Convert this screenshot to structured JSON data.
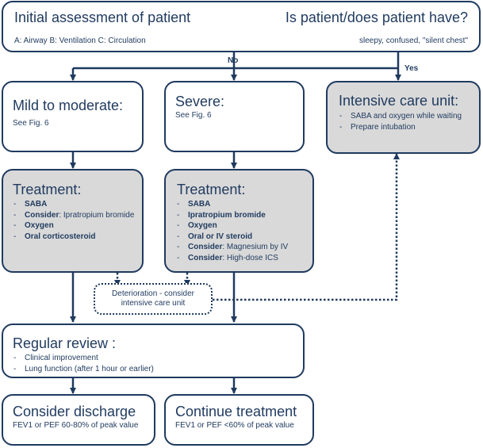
{
  "assessment": {
    "title": "Initial assessment of patient",
    "abc": "A: Airway B: Ventilation C: Circulation",
    "question": "Is patient/does patient have?",
    "signs": "sleepy, confused, \"silent chest\""
  },
  "branches": {
    "no": "No",
    "yes": "Yes"
  },
  "mild": {
    "title": "Mild to moderate:",
    "see": "See Fig. 6"
  },
  "severe": {
    "title": "Severe:",
    "see": "See Fig. 6"
  },
  "icu": {
    "title": "Intensive care unit:",
    "items": [
      "SABA and oxygen while waiting",
      "Prepare intubation"
    ]
  },
  "treatment_mild": {
    "title": "Treatment:",
    "items": [
      {
        "bold": "SABA",
        "rest": ""
      },
      {
        "bold": "Consider",
        "rest": ": Ipratropium bromide"
      },
      {
        "bold": "Oxygen",
        "rest": ""
      },
      {
        "bold": "Oral corticosteroid",
        "rest": ""
      }
    ]
  },
  "treatment_severe": {
    "title": "Treatment:",
    "items": [
      {
        "bold": "SABA",
        "rest": ""
      },
      {
        "bold": "Ipratropium bromide",
        "rest": ""
      },
      {
        "bold": "Oxygen",
        "rest": ""
      },
      {
        "bold": "Oral or IV steroid",
        "rest": ""
      },
      {
        "bold": "Consider",
        "rest": ": Magnesium by IV"
      },
      {
        "bold": "Consider",
        "rest": ": High-dose ICS"
      }
    ]
  },
  "deterioration": {
    "text": "Deterioration - consider intensive care unit"
  },
  "review": {
    "title": "Regular review :",
    "items": [
      "Clinical improvement",
      "Lung function (after 1 hour or earlier)"
    ]
  },
  "discharge": {
    "title": "Consider discharge",
    "text": "FEV1 or PEF 60-80% of peak value"
  },
  "continue": {
    "title": "Continue treatment",
    "text": "FEV1 or PEF <60% of peak value"
  },
  "colors": {
    "line": "#1f3a5f",
    "grey_fill": "#d9d9d9"
  }
}
